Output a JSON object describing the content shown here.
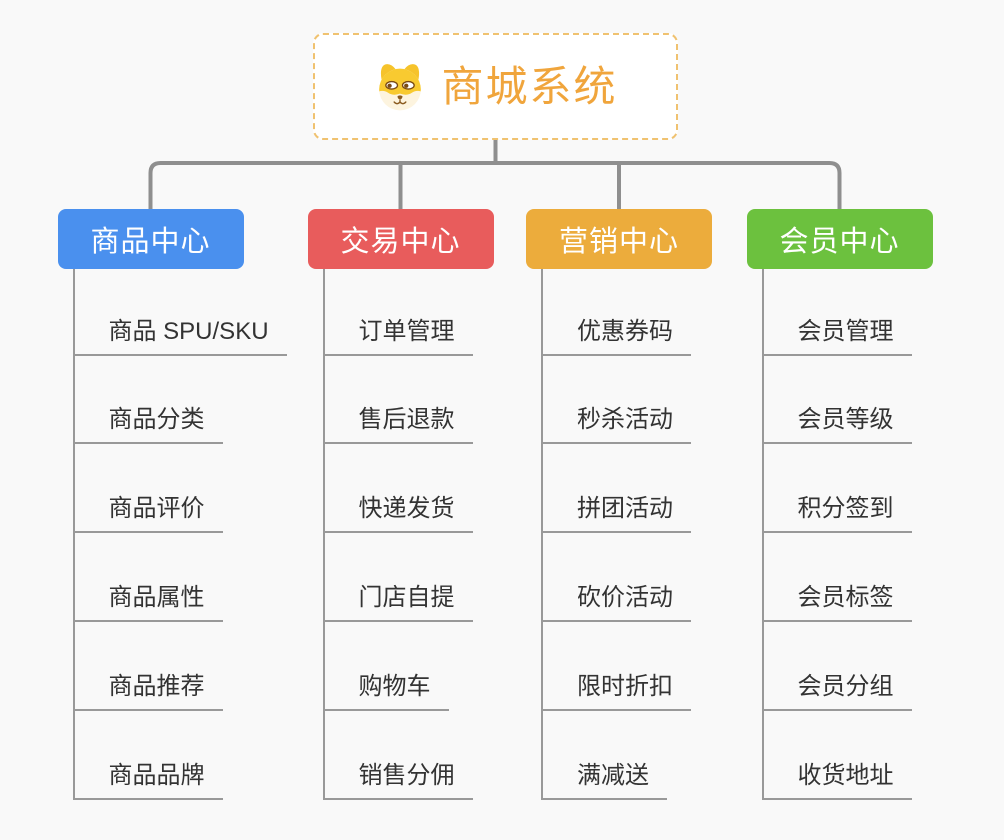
{
  "page": {
    "background": "#f9f9f9"
  },
  "root": {
    "title": "商城系统",
    "icon": "dog-face-icon",
    "title_color": "#f0a53c",
    "border_color": "#f0c270"
  },
  "connector_color": "#8f8f8f",
  "leaf_line_color": "#999999",
  "leaf_text_color": "#333333",
  "branches": [
    {
      "label": "商品中心",
      "color": "#4a90ee",
      "children": [
        "商品 SPU/SKU",
        "商品分类",
        "商品评价",
        "商品属性",
        "商品推荐",
        "商品品牌"
      ]
    },
    {
      "label": "交易中心",
      "color": "#e85c5c",
      "children": [
        "订单管理",
        "售后退款",
        "快递发货",
        "门店自提",
        "购物车",
        "销售分佣"
      ]
    },
    {
      "label": "营销中心",
      "color": "#ecac3c",
      "children": [
        "优惠券码",
        "秒杀活动",
        "拼团活动",
        "砍价活动",
        "限时折扣",
        "满减送"
      ]
    },
    {
      "label": "会员中心",
      "color": "#6cc13e",
      "children": [
        "会员管理",
        "会员等级",
        "积分签到",
        "会员标签",
        "会员分组",
        "收货地址"
      ]
    }
  ]
}
